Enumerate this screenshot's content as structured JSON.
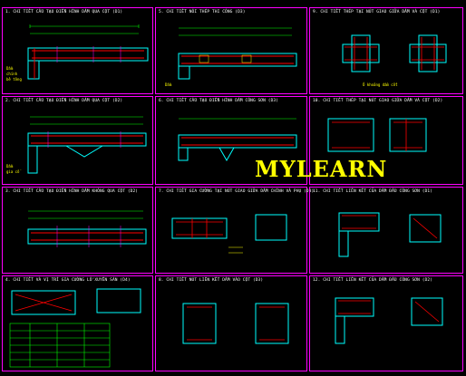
{
  "watermark": "MYLEARN",
  "panels": [
    {
      "title": "1. CHI TIẾT CẤU TẠO ĐIỂN HÌNH DẦM QUA CỘT (D1)"
    },
    {
      "title": "5. CHI TIẾT NỐI THÉP THI CÔNG (D3)"
    },
    {
      "title": "9. CHI TIẾT THÉP TẠI NÚT GIAO GIỮA DẦM VÀ CỘT (D1)"
    },
    {
      "title": "2. CHI TIẾT CẤU TẠO ĐIỂN HÌNH DẦM QUA CỘT (D2)"
    },
    {
      "title": "6. CHI TIẾT CẤU TẠO ĐIỂN HÌNH DẦM CÔNG SƠN (D3)"
    },
    {
      "title": "10. CHI TIẾT THÉP TẠI NÚT GIAO GIỮA DẦM VÀ CỘT (D2)"
    },
    {
      "title": "3. CHI TIẾT CẤU TẠO ĐIỂN HÌNH DẦM KHÔNG QUA CỘT (D2)"
    },
    {
      "title": "7. CHI TIẾT GIA CƯỜNG TẠI NÚT GIAO GIỮA DẦM CHÍNH VÀ PHỤ (D3)"
    },
    {
      "title": "11. CHI TIẾT LIÊN KẾT CỦA DẦM ĐẦU CÔNG SƠN (D1)"
    },
    {
      "title": "4. CHI TIẾT VÀ VỊ TRÍ GIA CƯỜNG LỖ XUYÊN SÀN (D4)"
    },
    {
      "title": "8. CHI TIẾT NÚT LIÊN KẾT DẦM VÀO CỘT (D3)"
    },
    {
      "title": "12. CHI TIẾT LIÊN KẾT CỦA DẦM ĐẦU CÔNG SƠN (D2)"
    }
  ],
  "colors": {
    "border": "#ff00ff",
    "title": "#ffffff",
    "concrete": "#00ffff",
    "rebar": "#ff0000",
    "dimension": "#00ff00",
    "tag": "#ffff00"
  }
}
